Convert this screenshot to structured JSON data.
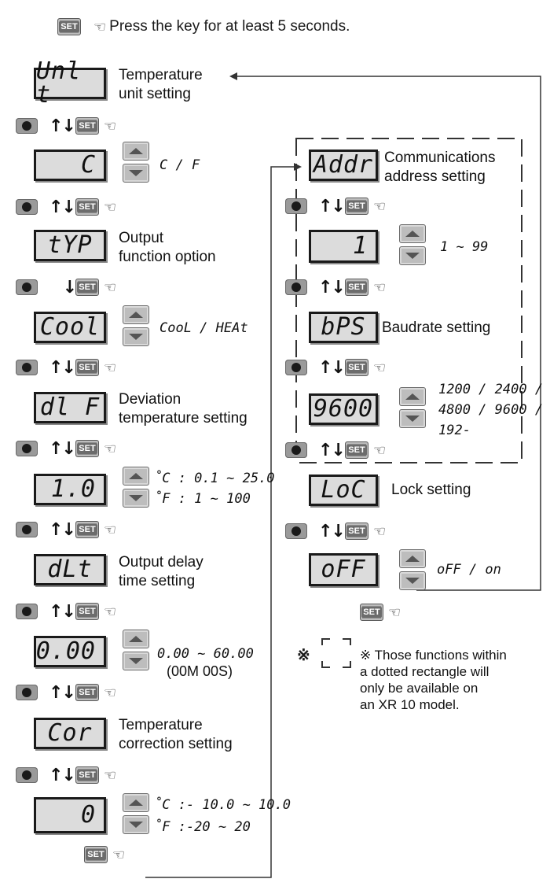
{
  "header": {
    "instruction": "Press the key for at least 5 seconds.",
    "set_key_label": "SET",
    "hand_icon": "pointing-hand-icon"
  },
  "left_steps": [
    {
      "display": "Unl t",
      "label_lines": [
        "Temperature",
        "unit setting"
      ]
    },
    {
      "display": "C",
      "range_lines": [
        "C / F"
      ]
    },
    {
      "display": "tYP",
      "label_lines": [
        "Output",
        "function option"
      ]
    },
    {
      "display": "Cool",
      "range_lines": [
        "CooL / HEAt"
      ]
    },
    {
      "display": "dl F",
      "label_lines": [
        "Deviation",
        "temperature setting"
      ]
    },
    {
      "display": "1.0",
      "range_lines": [
        "˚C : 0.1 ~ 25.0",
        "˚F : 1 ~ 100"
      ]
    },
    {
      "display": "dLt",
      "label_lines": [
        "Output delay",
        "time setting"
      ]
    },
    {
      "display": "0.00",
      "range_lines": [
        "0.00 ~ 60.00",
        "(00M 00S)"
      ]
    },
    {
      "display": "Cor",
      "label_lines": [
        "Temperature",
        "correction setting"
      ]
    },
    {
      "display": "0",
      "range_lines": [
        "˚C :- 10.0 ~ 10.0",
        "˚F :-20 ~ 20"
      ]
    }
  ],
  "right_steps": [
    {
      "display": "Addr",
      "label_lines": [
        "Communications",
        "address setting"
      ]
    },
    {
      "display": "1",
      "range_lines": [
        "1 ~ 99"
      ]
    },
    {
      "display": "bPS",
      "label_lines": [
        "Baudrate setting"
      ]
    },
    {
      "display": "9600",
      "range_lines": [
        "1200 / 2400 /",
        "4800 / 9600 /",
        "192-"
      ]
    },
    {
      "display": "LoC",
      "label_lines": [
        "Lock setting"
      ]
    },
    {
      "display": "oFF",
      "range_lines": [
        "oFF / on"
      ]
    }
  ],
  "note": {
    "symbol": "※",
    "lines": [
      "※ Those functions within",
      "a dotted rectangle will",
      "only be available on",
      "an XR 10 model."
    ]
  },
  "keys": {
    "set_label": "SET",
    "arrows_both": "↑↓",
    "arrow_down": "↓"
  }
}
